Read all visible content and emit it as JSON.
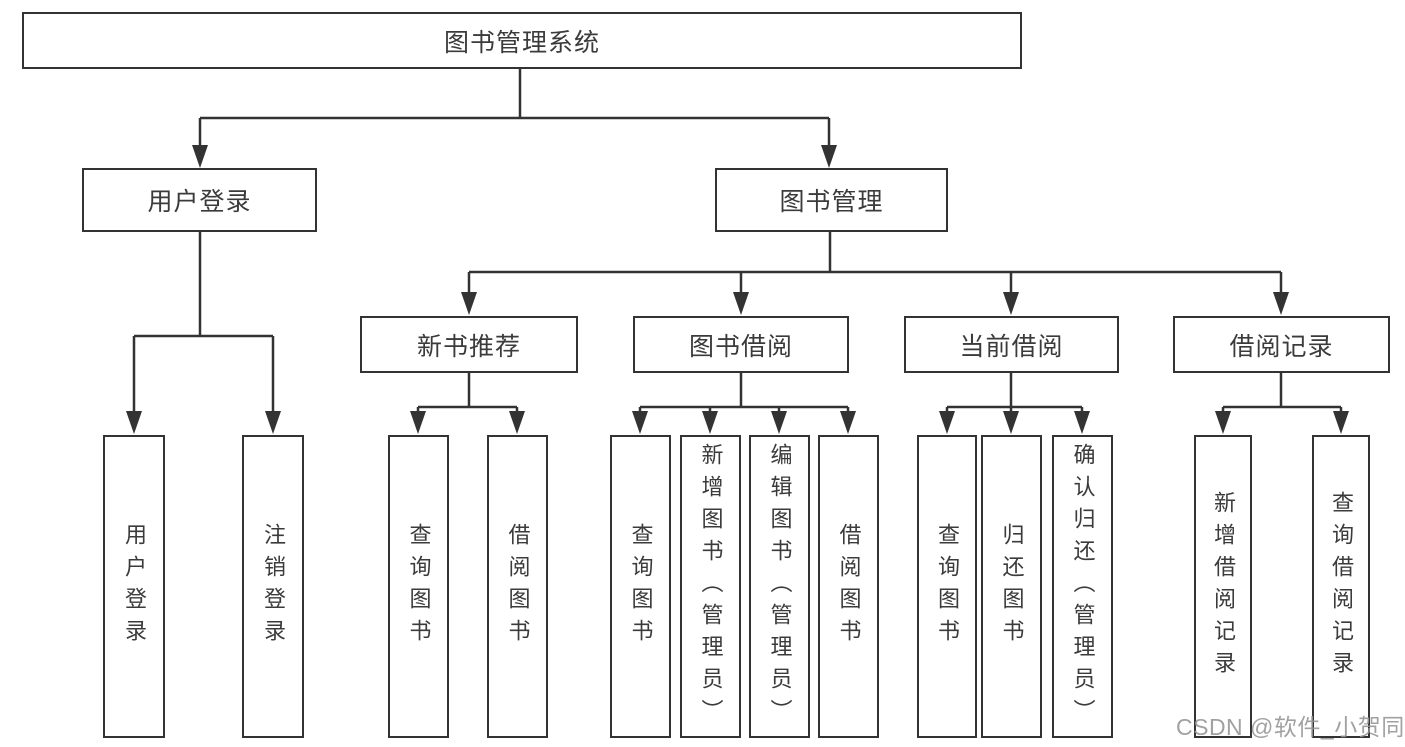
{
  "diagram_title": "图书管理系统",
  "watermark": "CSDN @软件_小贺同学",
  "colors": {
    "line": "#333333",
    "text": "#3b3b3b",
    "background": "#ffffff",
    "watermark": "#949494"
  },
  "tree": {
    "root": {
      "label": "图书管理系统",
      "children": [
        {
          "label": "用户登录",
          "children": [
            {
              "label": "用户登录"
            },
            {
              "label": "注销登录"
            }
          ]
        },
        {
          "label": "图书管理",
          "children": [
            {
              "label": "新书推荐",
              "children": [
                {
                  "label": "查询图书"
                },
                {
                  "label": "借阅图书"
                }
              ]
            },
            {
              "label": "图书借阅",
              "children": [
                {
                  "label": "查询图书"
                },
                {
                  "label": "新增图书（管理员）"
                },
                {
                  "label": "编辑图书（管理员）"
                },
                {
                  "label": "借阅图书"
                }
              ]
            },
            {
              "label": "当前借阅",
              "children": [
                {
                  "label": "查询图书"
                },
                {
                  "label": "归还图书"
                },
                {
                  "label": "确认归还（管理员）"
                }
              ]
            },
            {
              "label": "借阅记录",
              "children": [
                {
                  "label": "新增借阅记录"
                },
                {
                  "label": "查询借阅记录"
                }
              ]
            }
          ]
        }
      ]
    }
  }
}
